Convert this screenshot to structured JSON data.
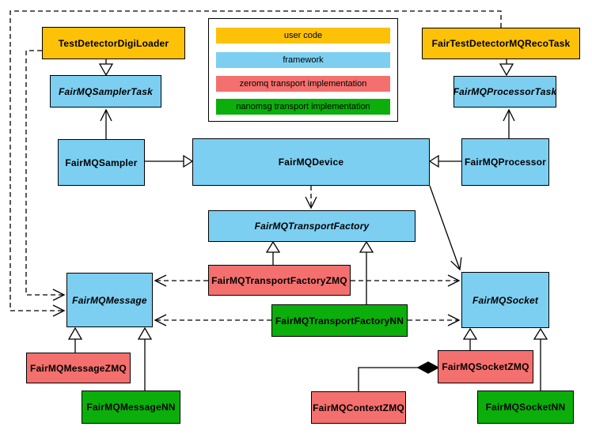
{
  "palette": {
    "user_code": "#FDC107",
    "framework": "#7CCFF1",
    "zeromq": "#F4706E",
    "nanomsg": "#0BAE0B",
    "line": "#000000",
    "background": "#FFFFFF"
  },
  "legend": {
    "items": [
      {
        "label": "user code",
        "category": "user_code"
      },
      {
        "label": "framework",
        "category": "framework"
      },
      {
        "label": "zeromq transport implementation",
        "category": "zeromq"
      },
      {
        "label": "nanomsg transport implementation",
        "category": "nanomsg"
      }
    ]
  },
  "nodes": {
    "test_detector_digi_loader": {
      "label": "TestDetectorDigiLoader",
      "category": "user_code",
      "abstract": false
    },
    "fair_test_detector_mq_reco_task": {
      "label": "FairTestDetectorMQRecoTask",
      "category": "user_code",
      "abstract": false
    },
    "fairmq_sampler_task": {
      "label": "FairMQSamplerTask",
      "category": "framework",
      "abstract": true
    },
    "fairmq_processor_task": {
      "label": "FairMQProcessorTask",
      "category": "framework",
      "abstract": true
    },
    "fairmq_sampler": {
      "label": "FairMQSampler",
      "category": "framework",
      "abstract": false
    },
    "fairmq_device": {
      "label": "FairMQDevice",
      "category": "framework",
      "abstract": false
    },
    "fairmq_processor": {
      "label": "FairMQProcessor",
      "category": "framework",
      "abstract": false
    },
    "fairmq_transport_factory": {
      "label": "FairMQTransportFactory",
      "category": "framework",
      "abstract": true
    },
    "fairmq_transport_factory_zmq": {
      "label": "FairMQTransportFactoryZMQ",
      "category": "zeromq",
      "abstract": false
    },
    "fairmq_transport_factory_nn": {
      "label": "FairMQTransportFactoryNN",
      "category": "nanomsg",
      "abstract": false
    },
    "fairmq_message": {
      "label": "FairMQMessage",
      "category": "framework",
      "abstract": true
    },
    "fairmq_socket": {
      "label": "FairMQSocket",
      "category": "framework",
      "abstract": true
    },
    "fairmq_message_zmq": {
      "label": "FairMQMessageZMQ",
      "category": "zeromq",
      "abstract": false
    },
    "fairmq_message_nn": {
      "label": "FairMQMessageNN",
      "category": "nanomsg",
      "abstract": false
    },
    "fairmq_context_zmq": {
      "label": "FairMQContextZMQ",
      "category": "zeromq",
      "abstract": false
    },
    "fairmq_socket_zmq": {
      "label": "FairMQSocketZMQ",
      "category": "zeromq",
      "abstract": false
    },
    "fairmq_socket_nn": {
      "label": "FairMQSocketNN",
      "category": "nanomsg",
      "abstract": false
    }
  },
  "edges": [
    {
      "from": "TestDetectorDigiLoader",
      "to": "FairMQSamplerTask",
      "type": "inheritance"
    },
    {
      "from": "FairTestDetectorMQRecoTask",
      "to": "FairMQProcessorTask",
      "type": "inheritance"
    },
    {
      "from": "FairMQSampler",
      "to": "FairMQDevice",
      "type": "inheritance"
    },
    {
      "from": "FairMQProcessor",
      "to": "FairMQDevice",
      "type": "inheritance"
    },
    {
      "from": "FairMQSampler",
      "to": "FairMQSamplerTask",
      "type": "association"
    },
    {
      "from": "FairMQProcessor",
      "to": "FairMQProcessorTask",
      "type": "association"
    },
    {
      "from": "FairMQDevice",
      "to": "FairMQTransportFactory",
      "type": "dependency"
    },
    {
      "from": "FairMQDevice",
      "to": "FairMQSocket",
      "type": "association"
    },
    {
      "from": "FairMQTransportFactoryZMQ",
      "to": "FairMQTransportFactory",
      "type": "inheritance"
    },
    {
      "from": "FairMQTransportFactoryNN",
      "to": "FairMQTransportFactory",
      "type": "inheritance"
    },
    {
      "from": "FairMQTransportFactoryZMQ",
      "to": "FairMQMessage",
      "type": "dependency"
    },
    {
      "from": "FairMQTransportFactoryZMQ",
      "to": "FairMQSocket",
      "type": "dependency"
    },
    {
      "from": "FairMQTransportFactoryNN",
      "to": "FairMQMessage",
      "type": "dependency"
    },
    {
      "from": "FairMQTransportFactoryNN",
      "to": "FairMQSocket",
      "type": "dependency"
    },
    {
      "from": "TestDetectorDigiLoader",
      "to": "FairMQMessage",
      "type": "dependency"
    },
    {
      "from": "FairTestDetectorMQRecoTask",
      "to": "FairMQMessage",
      "type": "dependency"
    },
    {
      "from": "FairMQMessageZMQ",
      "to": "FairMQMessage",
      "type": "inheritance"
    },
    {
      "from": "FairMQMessageNN",
      "to": "FairMQMessage",
      "type": "inheritance"
    },
    {
      "from": "FairMQSocketZMQ",
      "to": "FairMQSocket",
      "type": "inheritance"
    },
    {
      "from": "FairMQSocketNN",
      "to": "FairMQSocket",
      "type": "inheritance"
    },
    {
      "from": "FairMQContextZMQ",
      "to": "FairMQSocketZMQ",
      "type": "composition"
    }
  ]
}
